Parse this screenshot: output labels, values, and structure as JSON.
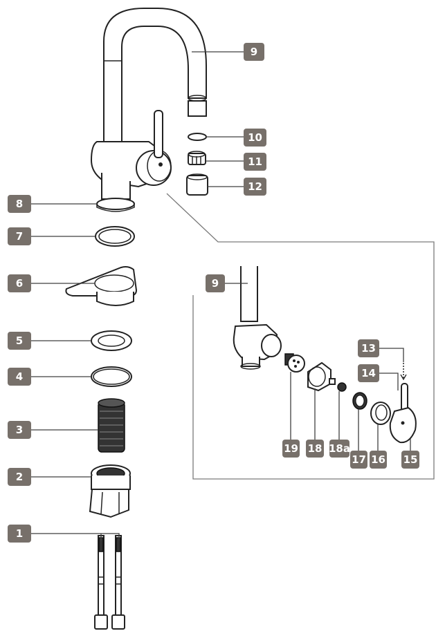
{
  "callouts": [
    {
      "id": "c9",
      "label": "9"
    },
    {
      "id": "c10",
      "label": "10"
    },
    {
      "id": "c11",
      "label": "11"
    },
    {
      "id": "c12",
      "label": "12"
    },
    {
      "id": "c8",
      "label": "8"
    },
    {
      "id": "c7",
      "label": "7"
    },
    {
      "id": "c6",
      "label": "6"
    },
    {
      "id": "c5",
      "label": "5"
    },
    {
      "id": "c4",
      "label": "4"
    },
    {
      "id": "c3",
      "label": "3"
    },
    {
      "id": "c2",
      "label": "2"
    },
    {
      "id": "c1",
      "label": "1"
    },
    {
      "id": "d9",
      "label": "9"
    },
    {
      "id": "c13",
      "label": "13"
    },
    {
      "id": "c14",
      "label": "14"
    },
    {
      "id": "c19",
      "label": "19"
    },
    {
      "id": "c18",
      "label": "18"
    },
    {
      "id": "c18a",
      "label": "18a"
    },
    {
      "id": "c17",
      "label": "17"
    },
    {
      "id": "c16",
      "label": "16"
    },
    {
      "id": "c15",
      "label": "15"
    }
  ],
  "colors": {
    "callout_fill": "#77706a",
    "callout_text": "#ffffff",
    "line": "#222222"
  }
}
